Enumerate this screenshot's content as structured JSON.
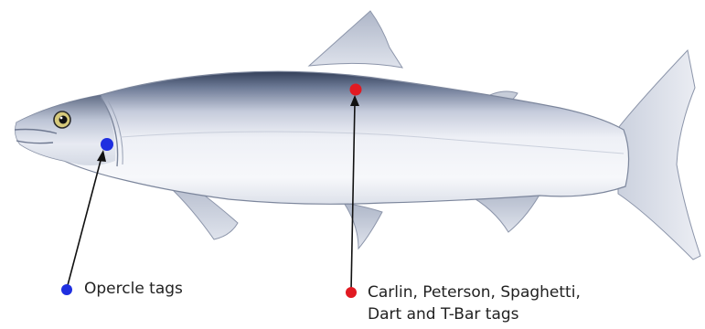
{
  "colors": {
    "opercle_marker": "#1f2fe0",
    "body_tag_marker": "#e11a22",
    "pointer_line": "#111111",
    "fish_back": "#3e4a62",
    "fish_belly": "#f6f7fb",
    "fin": "#c6ccd8"
  },
  "subject_icon": "fish-illustration",
  "callouts": [
    {
      "id": "opercle",
      "color_key": "opercle_marker",
      "lines": [
        "Opercle tags"
      ]
    },
    {
      "id": "body",
      "color_key": "body_tag_marker",
      "lines": [
        "Carlin, Peterson, Spaghetti,",
        "Dart and T-Bar tags"
      ]
    }
  ]
}
